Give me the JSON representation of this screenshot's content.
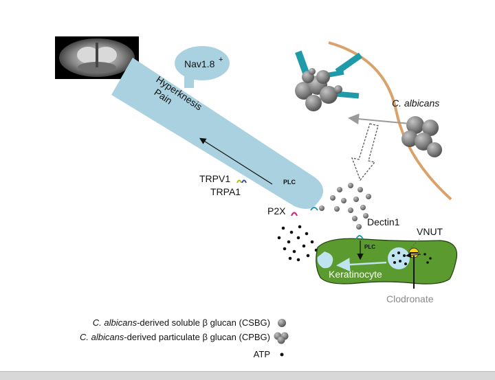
{
  "diagram": {
    "neuron": {
      "soma_label": "Nav1.8",
      "soma_label_sup": "+",
      "axon_label_line1": "Hyperknesis",
      "axon_label_line2": "Pain",
      "plc_label": "PLC",
      "receptors": [
        "TRPV1",
        "TRPA1",
        "P2X"
      ]
    },
    "pathogen": {
      "label": "C. albicans"
    },
    "keratinocyte": {
      "label": "Keratinocyte",
      "receptor_label": "Dectin1",
      "plc_label": "PLC",
      "transporter_label": "VNUT",
      "drug_label": "Clodronate"
    },
    "legend": [
      {
        "italic": "C. albicans",
        "text": "-derived soluble β glucan (CSBG)",
        "symbol": "single-sphere-icon"
      },
      {
        "italic": "C. albicans",
        "text": "-derived particulate β glucan (CPBG)",
        "symbol": "sphere-cluster-icon"
      },
      {
        "italic": "",
        "text": "ATP",
        "symbol": "dot-icon"
      }
    ],
    "colors": {
      "neuron": "#a9d1df",
      "keratinocyte": "#5a9a2e",
      "skin_line": "#d9a26a",
      "sphere": "#8a8a8a",
      "teal": "#1e9aa8",
      "clodronate": "#888888"
    }
  }
}
